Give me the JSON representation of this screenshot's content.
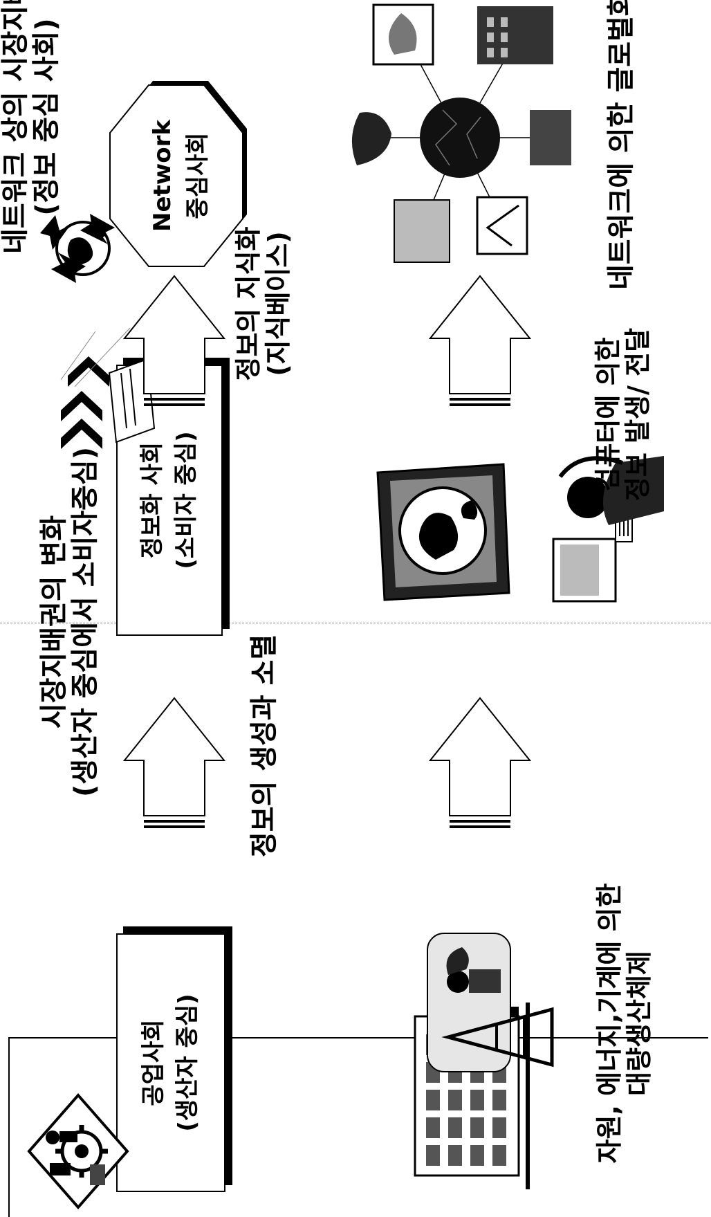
{
  "headers": {
    "left": "시장지배권의 변화",
    "middle": "(생산자 중심에서 소비자중심)",
    "right_line1": "네트워크 상의 시장지배",
    "right_line2": "(정보 중심 사회)"
  },
  "top_row": {
    "industrial": {
      "line1": "공업사회",
      "line2": "(생산자 중심)"
    },
    "information": {
      "line1": "정보화 사회",
      "line2": "(소비자 중심)"
    },
    "network": {
      "line1": "Network",
      "line2": "중심사회"
    }
  },
  "middle_labels": {
    "transition1": "정보의 생성과 소멸",
    "transition2_line1": "정보의 지식화",
    "transition2_line2": "(지식베이스)"
  },
  "bottom_captions": {
    "production_line1": "자원, 에너지,기계에 의한",
    "production_line2": "대량생산체제",
    "computer_line1": "컴퓨터에 의한",
    "computer_line2": "정보 발생/ 전달",
    "global": "네트워크에 의한 글로벌화"
  },
  "icons": {
    "industrial": "gear-worker-icon",
    "information": "information-flow-icon",
    "network": "recycle-globe-icon",
    "factory": "factory-icon",
    "oil_rig": "oil-rig-icon",
    "monitor_globe": "monitor-globe-icon",
    "computer_user": "computer-user-icon",
    "network_hub": "network-hub-icon"
  }
}
